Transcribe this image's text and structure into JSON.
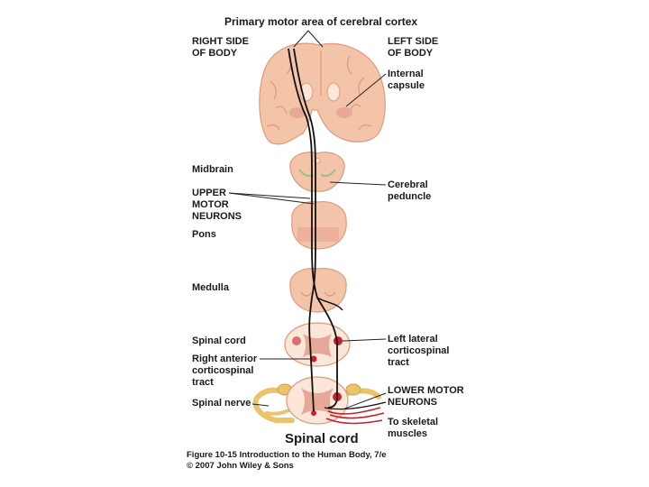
{
  "title": "Primary motor area of cerebral cortex",
  "labels": {
    "right_side": "RIGHT SIDE\nOF BODY",
    "left_side": "LEFT SIDE\nOF BODY",
    "internal_capsule": "Internal\ncapsule",
    "midbrain": "Midbrain",
    "cerebral_peduncle": "Cerebral\npeduncle",
    "upper_motor_neurons": "UPPER\nMOTOR\nNEURONS",
    "pons": "Pons",
    "medulla": "Medulla",
    "spinal_cord": "Spinal cord",
    "left_lateral_tract": "Left lateral\ncorticospinal\ntract",
    "right_anterior_tract": "Right anterior\ncorticospinal\ntract",
    "lower_motor_neurons": "LOWER MOTOR\nNEURONS",
    "spinal_nerve": "Spinal nerve",
    "to_skeletal_muscles": "To skeletal\nmuscles"
  },
  "caption": "Spinal cord",
  "figure_credit": "Figure 10-15  Introduction to the Human Body, 7/e",
  "copyright": "© 2007 John Wiley & Sons",
  "colors": {
    "tissue_fill": "#f3c4a8",
    "tissue_light": "#f8dccb",
    "tissue_outline": "#dc9a80",
    "gray_matter": "#e8a898",
    "white_matter": "#fbe6d8",
    "tract_red": "#c8202c",
    "nerve_yellow": "#e9c46a",
    "neuron_line": "#111111",
    "leader_line": "#222222"
  }
}
